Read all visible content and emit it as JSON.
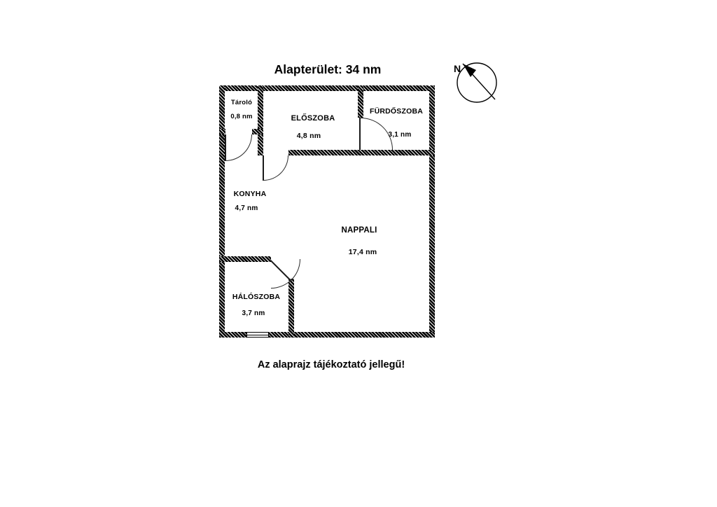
{
  "title": "Alapterület: 34 nm",
  "disclaimer": "Az alaprajz tájékoztató jellegű!",
  "compass": {
    "label": "N"
  },
  "rooms": [
    {
      "key": "tarolo",
      "name": "Tároló",
      "area": "0,8 nm"
    },
    {
      "key": "eloszoba",
      "name": "ELŐSZOBA",
      "area": "4,8 nm"
    },
    {
      "key": "furdoszoba",
      "name": "FÜRDŐSZOBA",
      "area": "3,1 nm"
    },
    {
      "key": "konyha",
      "name": "KONYHA",
      "area": "4,7 nm"
    },
    {
      "key": "nappali",
      "name": "NAPPALI",
      "area": "17,4 nm"
    },
    {
      "key": "haloszoba",
      "name": "HÁLÓSZOBA",
      "area": "3,7 nm"
    }
  ],
  "colors": {
    "wall": "#000000",
    "background": "#ffffff",
    "text": "#000000"
  }
}
